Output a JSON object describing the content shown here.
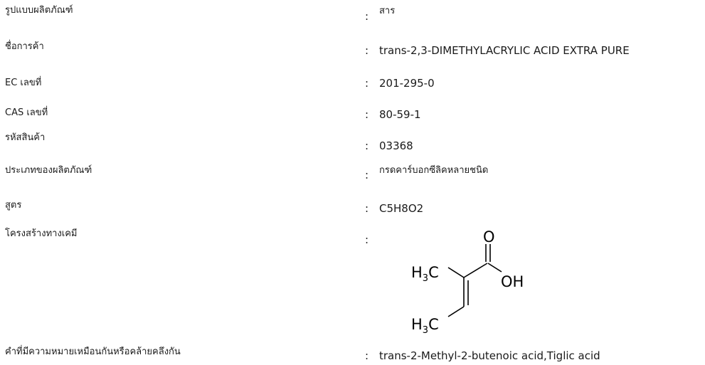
{
  "rows": [
    {
      "label": "รูปแบบผลิตภัณฑ์",
      "value": "สาร"
    },
    {
      "label": "ชื่อการค้า",
      "value": "trans-2,3-DIMETHYLACRYLIC ACID EXTRA PURE"
    },
    {
      "label": "EC เลขที่",
      "value": "201-295-0"
    },
    {
      "label": "CAS เลขที่",
      "value": "80-59-1"
    },
    {
      "label": "รหัสสินค้า",
      "value": "03368"
    },
    {
      "label": "ประเภทของผลิตภัณฑ์",
      "value": "กรดคาร์บอกซีลิคหลายชนิด"
    },
    {
      "label": "สูตร",
      "value": "C5H8O2"
    },
    {
      "label": "โครงสร้างทางเคมี",
      "value": ""
    },
    {
      "label": "คำที่มีความหมายเหมือนกันหรือคล้ายคลึงกัน",
      "value": "trans-2-Methyl-2-butenoic acid,Tiglic acid"
    }
  ],
  "colon": ":",
  "structure": {
    "oxygen_label": "O",
    "oh_label": "OH",
    "methyl_top": {
      "base": "H",
      "subscript": "3",
      "tail": "C"
    },
    "methyl_bottom": {
      "base": "H",
      "subscript": "3",
      "tail": "C"
    }
  }
}
